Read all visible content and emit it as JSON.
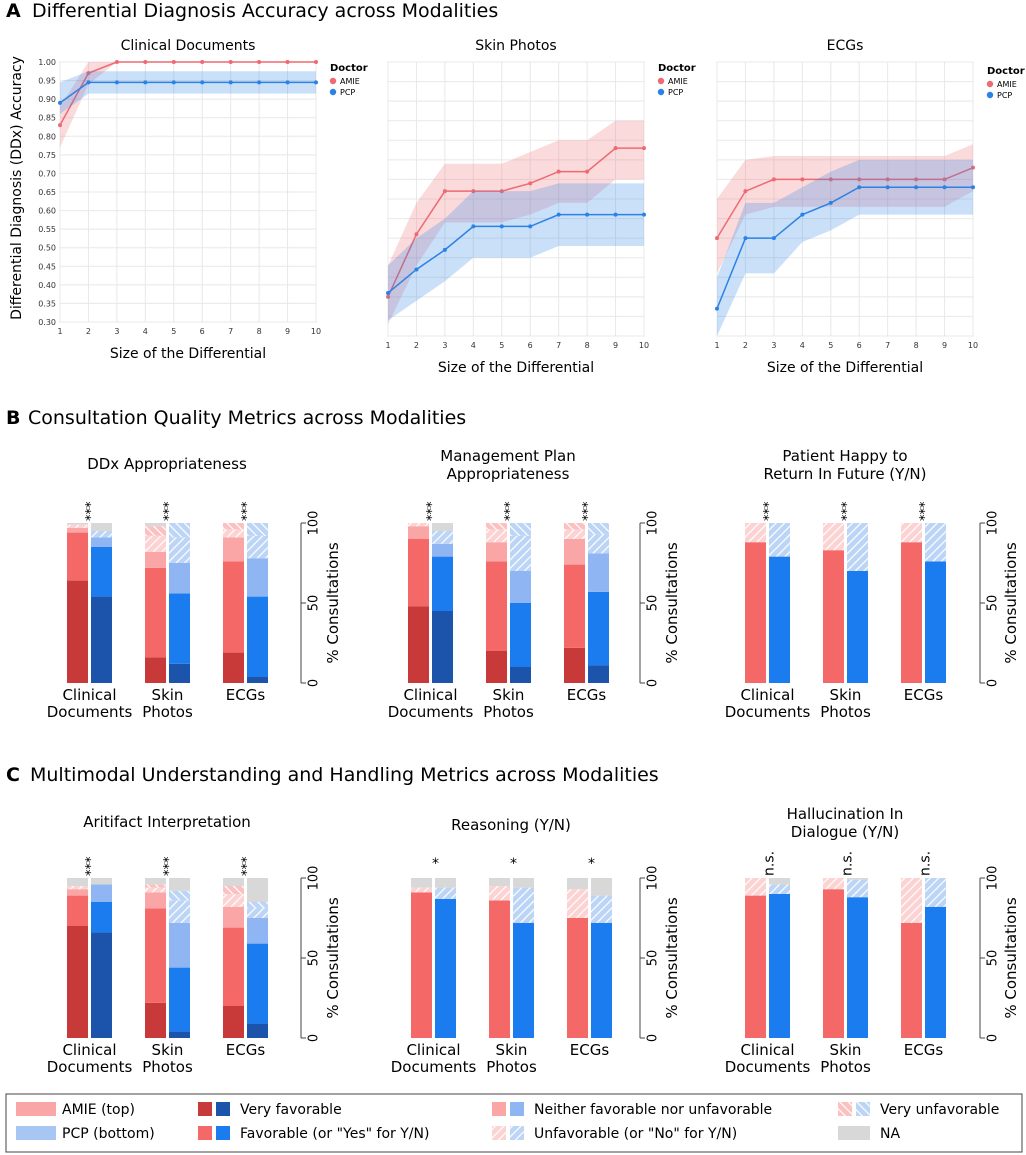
{
  "colors": {
    "amie": "#f56868",
    "amie_dark": "#c83a3a",
    "amie_light": "#fba6a6",
    "amie_vlight": "#fcd2d2",
    "pcp": "#1b7cf0",
    "pcp_dark": "#1c53ab",
    "pcp_light": "#8fb6f2",
    "pcp_vlight": "#d6e5fb",
    "na": "#d8d8d8",
    "amie_line": "#ee6a72",
    "pcp_line": "#2a82e6"
  },
  "sections": [
    {
      "letter": "A",
      "title": "Differential Diagnosis Accuracy across Modalities"
    },
    {
      "letter": "B",
      "title": "Consultation Quality Metrics across Modalities"
    },
    {
      "letter": "C",
      "title": "Multimodal Understanding and Handling Metrics across Modalities"
    }
  ],
  "line_panels_common": {
    "xlabel": "Size of the Differential",
    "ylabel": "Differential Diagnosis (DDx) Accuracy",
    "legend_title": "Doctor",
    "legend_items": [
      "AMIE",
      "PCP"
    ],
    "x_ticks": [
      1,
      2,
      3,
      4,
      5,
      6,
      7,
      8,
      9,
      10
    ],
    "y_ticks": [
      "0.30",
      "0.35",
      "0.40",
      "0.45",
      "0.50",
      "0.55",
      "0.60",
      "0.65",
      "0.70",
      "0.75",
      "0.80",
      "0.85",
      "0.90",
      "0.95",
      "1.00"
    ],
    "ylim": [
      0.3,
      1.0
    ]
  },
  "bar_panels_common": {
    "ylabel": "% Consultations",
    "y_ticks": [
      "0",
      "50",
      "100"
    ],
    "categories": [
      "Clinical\nDocuments",
      "Skin\nPhotos",
      "ECGs"
    ]
  },
  "legend": {
    "amie_top": "AMIE (top)",
    "pcp_bottom": "PCP (bottom)",
    "very_favorable": "Very favorable",
    "favorable": "Favorable (or \"Yes\" for Y/N)",
    "neither": "Neither favorable nor unfavorable",
    "unfavorable": "Unfavorable (or \"No\" for Y/N)",
    "very_unfavorable": "Very unfavorable",
    "na": "NA"
  },
  "chart_data": [
    {
      "type": "line",
      "title": "Clinical Documents",
      "show_y_ticks": true,
      "x": [
        1,
        2,
        3,
        4,
        5,
        6,
        7,
        8,
        9,
        10
      ],
      "series": [
        {
          "name": "AMIE",
          "values": [
            0.83,
            0.97,
            1.0,
            1.0,
            1.0,
            1.0,
            1.0,
            1.0,
            1.0,
            1.0
          ],
          "lower": [
            0.77,
            0.94,
            1.0,
            1.0,
            1.0,
            1.0,
            1.0,
            1.0,
            1.0,
            1.0
          ],
          "upper": [
            0.88,
            1.0,
            1.0,
            1.0,
            1.0,
            1.0,
            1.0,
            1.0,
            1.0,
            1.0
          ]
        },
        {
          "name": "PCP",
          "values": [
            0.89,
            0.945,
            0.945,
            0.945,
            0.945,
            0.945,
            0.945,
            0.945,
            0.945,
            0.945
          ],
          "lower": [
            0.86,
            0.915,
            0.915,
            0.915,
            0.915,
            0.915,
            0.915,
            0.915,
            0.915,
            0.915
          ],
          "upper": [
            0.945,
            0.975,
            0.975,
            0.975,
            0.975,
            0.975,
            0.975,
            0.975,
            0.975,
            0.975
          ]
        }
      ]
    },
    {
      "type": "line",
      "title": "Skin Photos",
      "show_y_ticks": false,
      "x": [
        1,
        2,
        3,
        4,
        5,
        6,
        7,
        8,
        9,
        10
      ],
      "series": [
        {
          "name": "AMIE",
          "values": [
            0.4,
            0.56,
            0.67,
            0.67,
            0.67,
            0.69,
            0.72,
            0.72,
            0.78,
            0.78
          ],
          "lower": [
            0.33,
            0.48,
            0.59,
            0.59,
            0.59,
            0.61,
            0.64,
            0.64,
            0.7,
            0.7
          ],
          "upper": [
            0.48,
            0.64,
            0.74,
            0.74,
            0.74,
            0.77,
            0.8,
            0.8,
            0.85,
            0.85
          ]
        },
        {
          "name": "PCP",
          "values": [
            0.41,
            0.47,
            0.52,
            0.58,
            0.58,
            0.58,
            0.61,
            0.61,
            0.61,
            0.61
          ],
          "lower": [
            0.34,
            0.39,
            0.44,
            0.5,
            0.5,
            0.5,
            0.53,
            0.53,
            0.53,
            0.53
          ],
          "upper": [
            0.48,
            0.55,
            0.6,
            0.67,
            0.67,
            0.67,
            0.69,
            0.69,
            0.69,
            0.69
          ]
        }
      ]
    },
    {
      "type": "line",
      "title": "ECGs",
      "show_y_ticks": false,
      "x": [
        1,
        2,
        3,
        4,
        5,
        6,
        7,
        8,
        9,
        10
      ],
      "series": [
        {
          "name": "AMIE",
          "values": [
            0.55,
            0.67,
            0.7,
            0.7,
            0.7,
            0.7,
            0.7,
            0.7,
            0.7,
            0.73
          ],
          "lower": [
            0.46,
            0.61,
            0.63,
            0.63,
            0.63,
            0.63,
            0.63,
            0.63,
            0.63,
            0.67
          ],
          "upper": [
            0.65,
            0.75,
            0.76,
            0.76,
            0.76,
            0.76,
            0.76,
            0.76,
            0.76,
            0.79
          ]
        },
        {
          "name": "PCP",
          "values": [
            0.37,
            0.55,
            0.55,
            0.61,
            0.64,
            0.68,
            0.68,
            0.68,
            0.68,
            0.68
          ],
          "lower": [
            0.3,
            0.46,
            0.46,
            0.54,
            0.57,
            0.61,
            0.61,
            0.61,
            0.61,
            0.61
          ],
          "upper": [
            0.45,
            0.64,
            0.64,
            0.68,
            0.72,
            0.75,
            0.75,
            0.75,
            0.75,
            0.75
          ]
        }
      ]
    },
    {
      "type": "bar",
      "title": "DDx Appropriateness",
      "significance": [
        "***",
        "***",
        "***"
      ],
      "categories": [
        "Clinical\nDocuments",
        "Skin\nPhotos",
        "ECGs"
      ],
      "amie": [
        [
          64,
          30,
          3,
          2,
          0,
          1
        ],
        [
          16,
          56,
          10,
          10,
          6,
          2
        ],
        [
          19,
          57,
          15,
          5,
          4,
          0
        ]
      ],
      "pcp": [
        [
          54,
          31,
          6,
          4,
          0,
          5
        ],
        [
          12,
          44,
          19,
          16,
          9,
          0
        ],
        [
          4,
          50,
          24,
          14,
          8,
          0
        ]
      ]
    },
    {
      "type": "bar",
      "title": "Management Plan\nAppropriateness",
      "significance": [
        "***",
        "***",
        "***"
      ],
      "categories": [
        "Clinical\nDocuments",
        "Skin\nPhotos",
        "ECGs"
      ],
      "amie": [
        [
          48,
          42,
          8,
          2,
          0,
          0
        ],
        [
          20,
          56,
          12,
          8,
          4,
          0
        ],
        [
          22,
          52,
          16,
          6,
          4,
          0
        ]
      ],
      "pcp": [
        [
          45,
          34,
          8,
          8,
          0,
          5
        ],
        [
          10,
          40,
          20,
          22,
          8,
          0
        ],
        [
          11,
          46,
          24,
          12,
          7,
          0
        ]
      ]
    },
    {
      "type": "bar",
      "title": "Patient Happy to\nReturn In Future (Y/N)",
      "significance": [
        "***",
        "***",
        "***"
      ],
      "categories": [
        "Clinical\nDocuments",
        "Skin\nPhotos",
        "ECGs"
      ],
      "amie": [
        [
          0,
          88,
          0,
          12,
          0,
          0
        ],
        [
          0,
          83,
          0,
          17,
          0,
          0
        ],
        [
          0,
          88,
          0,
          12,
          0,
          0
        ]
      ],
      "pcp": [
        [
          0,
          79,
          0,
          21,
          0,
          0
        ],
        [
          0,
          70,
          0,
          30,
          0,
          0
        ],
        [
          0,
          76,
          0,
          24,
          0,
          0
        ]
      ]
    },
    {
      "type": "bar",
      "title": "Aritifact Interpretation",
      "significance": [
        "***",
        "***",
        "***"
      ],
      "categories": [
        "Clinical\nDocuments",
        "Skin\nPhotos",
        "ECGs"
      ],
      "amie": [
        [
          70,
          19,
          4,
          2,
          0,
          5
        ],
        [
          22,
          59,
          10,
          3,
          2,
          4
        ],
        [
          20,
          49,
          13,
          8,
          5,
          5
        ]
      ],
      "pcp": [
        [
          66,
          19,
          11,
          0,
          0,
          4
        ],
        [
          4,
          40,
          28,
          14,
          6,
          8
        ],
        [
          9,
          50,
          16,
          6,
          4,
          15
        ]
      ]
    },
    {
      "type": "bar",
      "title": "Reasoning (Y/N)",
      "significance": [
        "*",
        "*",
        "*"
      ],
      "categories": [
        "Clinical\nDocuments",
        "Skin\nPhotos",
        "ECGs"
      ],
      "amie": [
        [
          0,
          91,
          0,
          3,
          0,
          6
        ],
        [
          0,
          86,
          0,
          9,
          0,
          5
        ],
        [
          0,
          75,
          0,
          18,
          0,
          7
        ]
      ],
      "pcp": [
        [
          0,
          87,
          0,
          7,
          0,
          6
        ],
        [
          0,
          72,
          0,
          22,
          0,
          6
        ],
        [
          0,
          72,
          0,
          17,
          0,
          11
        ]
      ]
    },
    {
      "type": "bar",
      "title": "Hallucination In\nDialogue (Y/N)",
      "significance": [
        "n.s.",
        "n.s.",
        "n.s."
      ],
      "categories": [
        "Clinical\nDocuments",
        "Skin\nPhotos",
        "ECGs"
      ],
      "amie": [
        [
          0,
          89,
          0,
          11,
          0,
          0
        ],
        [
          0,
          93,
          0,
          7,
          0,
          0
        ],
        [
          0,
          72,
          0,
          28,
          0,
          0
        ]
      ],
      "pcp": [
        [
          0,
          90,
          0,
          6,
          0,
          4
        ],
        [
          0,
          88,
          0,
          11,
          0,
          1
        ],
        [
          0,
          82,
          0,
          18,
          0,
          0
        ]
      ]
    }
  ]
}
